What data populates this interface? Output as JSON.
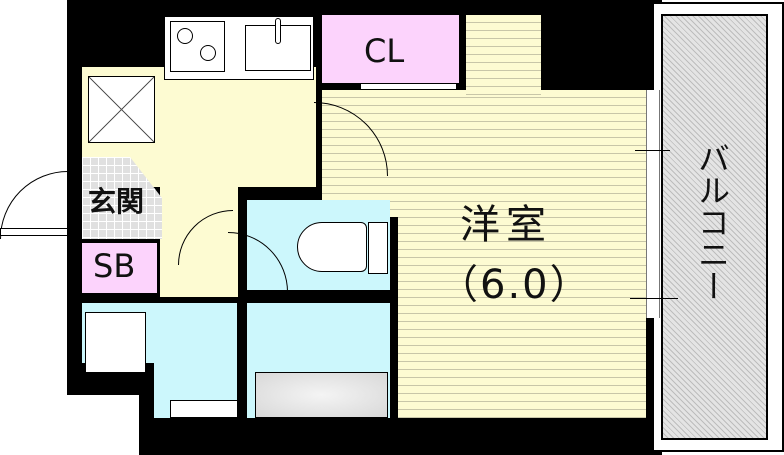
{
  "floor_plan": {
    "rooms": {
      "western_room": {
        "label": "洋室",
        "size": "（6.0）"
      },
      "closet": {
        "label": "CL"
      },
      "entrance": {
        "label": "玄関"
      },
      "shoe_box": {
        "label": "SB"
      },
      "balcony": {
        "label": "バルコニー"
      }
    },
    "colors": {
      "wall": "#000000",
      "floor_yellow": "#fdfbd2",
      "wet_area_cyan": "#ccf7fc",
      "storage_pink": "#fcd3fc",
      "balcony_gray": "#e4e4e4"
    }
  }
}
